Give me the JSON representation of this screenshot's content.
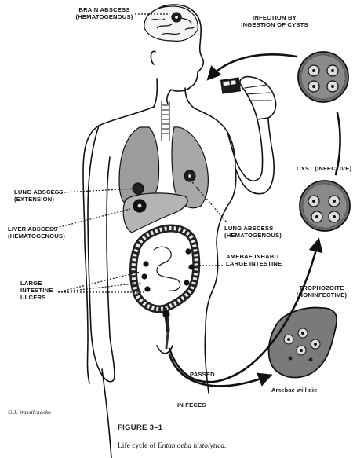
{
  "labels": {
    "brain": "BRAIN ABSCESS\n(HEMATOGENOUS)",
    "infection": "INFECTION BY\nINGESTION OF CYSTS",
    "cyst": "CYST (INFECTIVE)",
    "lung_ext": "LUNG ABSCESS\n(EXTENSION)",
    "liver": "LIVER ABSCESS\n(HEMATOGENOUS)",
    "lung_hem": "LUNG ABSCESS\n(HEMATOGENOUS)",
    "amebae": "AMEBAE INHABIT\nLARGE INTESTINE",
    "ulcers": "LARGE\nINTESTINE\nULCERS",
    "troph": "TROPHOZOITE\n(NONINFECTIVE)",
    "passed": "PASSED",
    "feces": "IN FECES",
    "die": "Amebae will die"
  },
  "credit": "G.J. Wassilchenko",
  "figure": {
    "title": "FIGURE 3–1",
    "caption_prefix": "Life cycle of ",
    "caption_species": "Entamoeba histolytica."
  }
}
